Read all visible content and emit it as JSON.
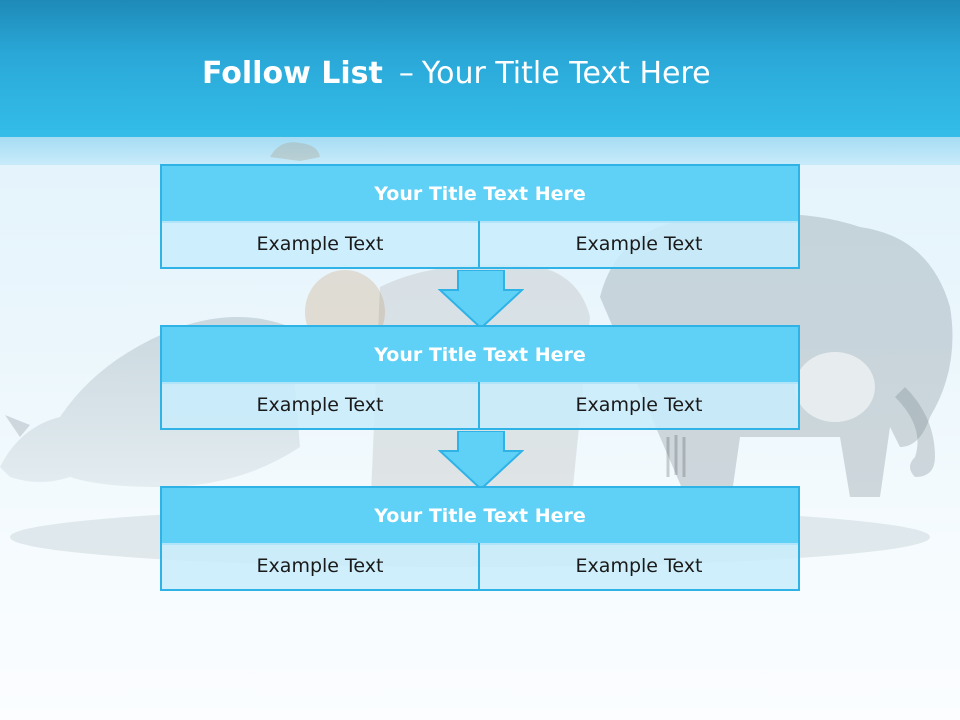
{
  "header": {
    "title_bold": "Follow List",
    "title_sep": "–",
    "title_rest": "Your Title Text Here"
  },
  "steps": [
    {
      "title": "Your Title Text Here",
      "left": "Example Text",
      "right": "Example Text"
    },
    {
      "title": "Your Title Text Here",
      "left": "Example Text",
      "right": "Example Text"
    },
    {
      "title": "Your Title Text Here",
      "left": "Example Text",
      "right": "Example Text"
    }
  ],
  "colors": {
    "header": "#2aa8d8",
    "box_title": "#5fd0f6",
    "box_border": "#2fb3e6",
    "cell_fill": "#c8ecfc"
  },
  "icons": {
    "arrow": "down-arrow-icon",
    "background": "animals-illustration"
  }
}
